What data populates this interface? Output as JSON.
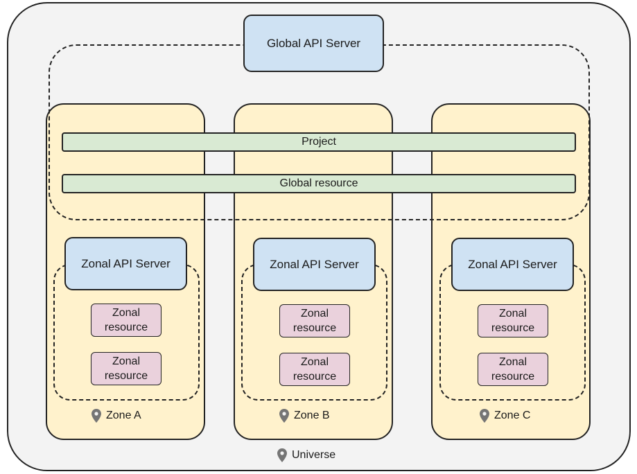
{
  "global_api_server": "Global API Server",
  "project": "Project",
  "global_resource": "Global resource",
  "universe": {
    "label": "Universe",
    "icon": "location-pin-icon"
  },
  "zones": [
    {
      "label": "Zone A",
      "api_server": "Zonal API Server",
      "resources": [
        "Zonal resource",
        "Zonal resource"
      ]
    },
    {
      "label": "Zone B",
      "api_server": "Zonal API Server",
      "resources": [
        "Zonal resource",
        "Zonal resource"
      ]
    },
    {
      "label": "Zone C",
      "api_server": "Zonal API Server",
      "resources": [
        "Zonal resource",
        "Zonal resource"
      ]
    }
  ],
  "colors": {
    "universe_fill": "#f3f3f3",
    "zone_fill": "#fff2cc",
    "api_server_fill": "#cfe2f3",
    "global_bar_fill": "#d9ead3",
    "zonal_resource_fill": "#ead1dc",
    "pin": "#757575"
  }
}
